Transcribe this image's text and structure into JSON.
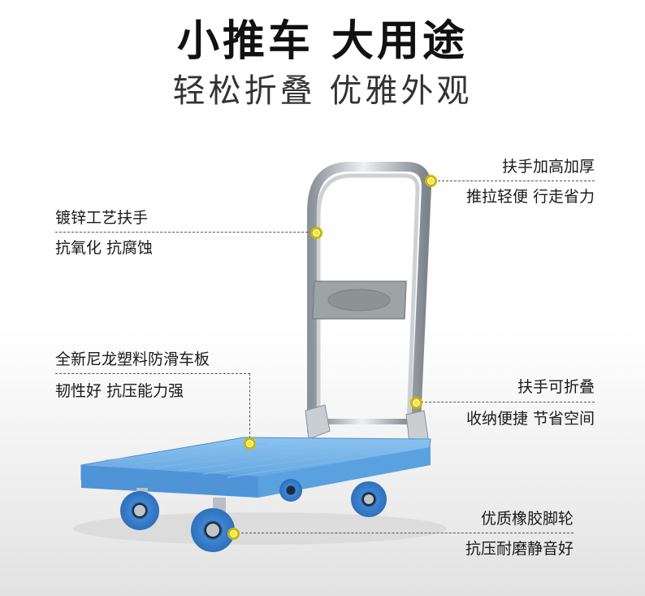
{
  "header": {
    "title": "小推车  大用途",
    "subtitle": "轻松折叠  优雅外观"
  },
  "callouts": {
    "handle_left": {
      "line1": "镀锌工艺扶手",
      "line2": "抗氧化  抗腐蚀"
    },
    "handle_right": {
      "line1": "扶手加高加厚",
      "line2": "推拉轻便  行走省力"
    },
    "deck": {
      "line1": "全新尼龙塑料防滑车板",
      "line2": "韧性好  抗压能力强"
    },
    "fold": {
      "line1": "扶手可折叠",
      "line2": "收纳便捷  节省空间"
    },
    "wheels": {
      "line1": "优质橡胶脚轮",
      "line2": "抗压耐磨静音好"
    }
  },
  "colors": {
    "deck_blue": "#5ea8e6",
    "wheel_blue": "#3d86d6",
    "marker_yellow": "#f3e64a",
    "handle_steel": "#c7ccd2",
    "grip_gray": "#9ea3a6"
  },
  "icons": [
    "marker-dot",
    "cart-illustration"
  ]
}
